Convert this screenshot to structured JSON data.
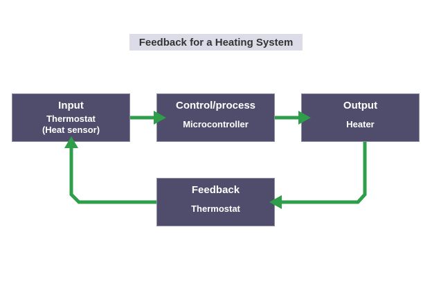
{
  "title": "Feedback for a Heating System",
  "colors": {
    "box_fill": "#4f4d6b",
    "arrow": "#2e9e4a",
    "title_bg": "#dcdbe8",
    "text_light": "#ffffff",
    "title_text": "#333333"
  },
  "nodes": {
    "input": {
      "heading": "Input",
      "lines": [
        "Thermostat",
        "(Heat sensor)"
      ]
    },
    "control": {
      "heading": "Control/process",
      "lines": [
        "Microcontroller"
      ]
    },
    "output": {
      "heading": "Output",
      "lines": [
        "Heater"
      ]
    },
    "feedback": {
      "heading": "Feedback",
      "lines": [
        "Thermostat"
      ]
    }
  },
  "edges": [
    {
      "from": "input",
      "to": "control"
    },
    {
      "from": "control",
      "to": "output"
    },
    {
      "from": "output",
      "to": "feedback"
    },
    {
      "from": "feedback",
      "to": "input"
    }
  ]
}
